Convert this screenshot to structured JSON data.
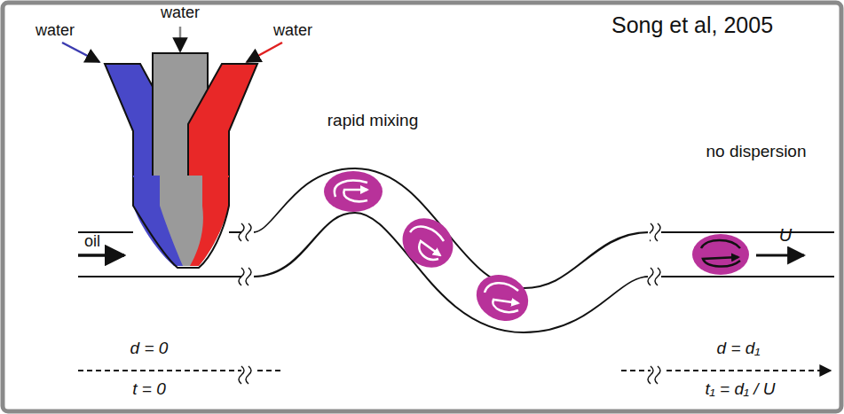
{
  "diagram": {
    "labels": [
      "Song et al, 2005",
      "water",
      "water",
      "water",
      "oil",
      "rapid mixing",
      "no dispersion",
      "U",
      "d = 0",
      "t = 0",
      "d = d₁",
      "t₁ = d₁ / U"
    ]
  }
}
